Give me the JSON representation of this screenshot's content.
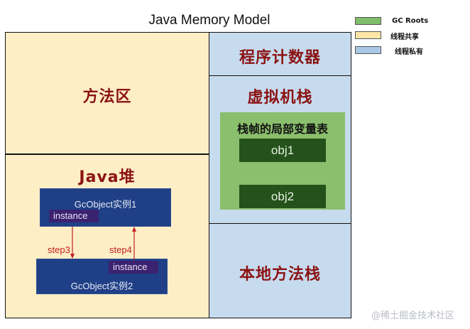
{
  "title": "Java Memory Model",
  "legend": [
    {
      "label": "GC Roots",
      "color": "#7fbf6b"
    },
    {
      "label": "线程共享",
      "color": "#fde6a6"
    },
    {
      "label": "线程私有",
      "color": "#a9c8e6"
    }
  ],
  "shared_area": {
    "method_area": "方法区",
    "heap": {
      "label": "Java堆",
      "object1": {
        "label": "GcObject实例1",
        "field": "instance"
      },
      "object2": {
        "label": "GcObject实例2",
        "field": "instance"
      },
      "arrows": [
        {
          "label": "step3",
          "from": "GcObject实例1.instance",
          "to": "GcObject实例2"
        },
        {
          "label": "step4",
          "from": "GcObject实例2.instance",
          "to": "GcObject实例1"
        }
      ]
    }
  },
  "private_area": {
    "program_counter": "程序计数器",
    "vm_stack": {
      "label": "虚拟机栈",
      "frame_table": {
        "label": "栈帧的局部变量表",
        "slots": [
          "obj1",
          "obj2"
        ]
      }
    },
    "native_stack": "本地方法栈"
  },
  "watermark": "@稀土掘金技术社区"
}
